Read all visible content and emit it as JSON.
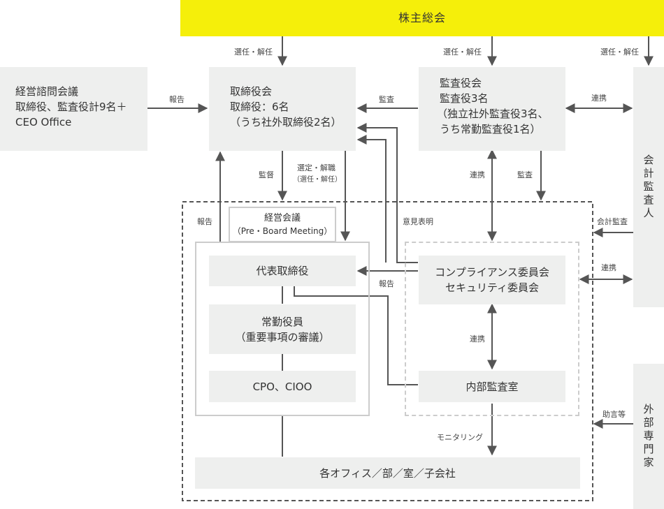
{
  "nodes": {
    "shareholders": "株主総会",
    "advisory": [
      "経営諮問会議",
      "取締役、監査役計9名＋",
      "CEO Office"
    ],
    "board": [
      "取締役会",
      "取締役：6名",
      "（うち社外取締役2名）"
    ],
    "auditors_board": [
      "監査役会",
      "監査役3名",
      "（独立社外監査役3名、",
      "うち常勤監査役1名）"
    ],
    "accounting_auditor": "会計監査人",
    "external_experts": "外部専門家",
    "mgmt_meeting": [
      "経営会議",
      "（Pre・Board Meeting）"
    ],
    "ceo": "代表取締役",
    "officers": [
      "常勤役員",
      "（重要事項の審議）"
    ],
    "cpo": "CPO、CIOO",
    "committees": [
      "コンプライアンス委員会",
      "セキュリティ委員会"
    ],
    "internal_audit": "内部監査室",
    "offices": "各オフィス／部／室／子会社"
  },
  "labels": {
    "elect1": "選任・解任",
    "elect2": "選任・解任",
    "elect3": "選任・解任",
    "report_advisory": "報告",
    "audit_board": "監査",
    "coop_auditor": "連携",
    "supervise": "監督",
    "select": "選定・解職",
    "select_sub": "（選任・解任）",
    "coop_committee": "連携",
    "audit_down": "監査",
    "report_left": "報告",
    "opinion": "意見表明",
    "report_ceo": "報告",
    "accounting_audit": "会計監査",
    "coop_acct": "連携",
    "coop_internal": "連携",
    "monitoring": "モニタリング",
    "advice": "助言等"
  },
  "colors": {
    "accent": "#f5ef0a",
    "box": "#eeefee",
    "line": "#555555",
    "border": "#cccccc"
  }
}
